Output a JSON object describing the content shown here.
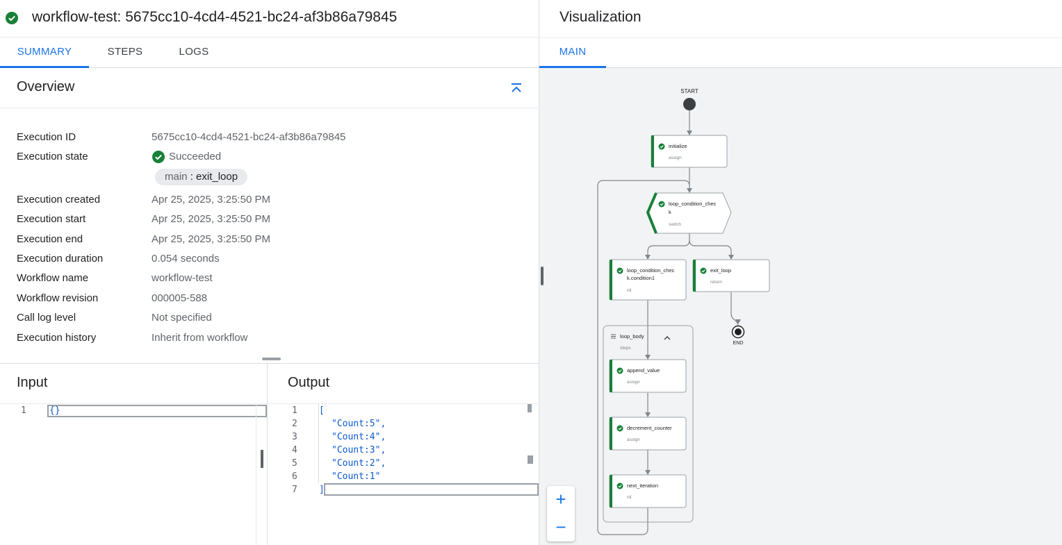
{
  "header": {
    "title": "workflow-test: 5675cc10-4cd4-4521-bc24-af3b86a79845"
  },
  "tabs": [
    {
      "label": "SUMMARY",
      "active": true
    },
    {
      "label": "STEPS",
      "active": false
    },
    {
      "label": "LOGS",
      "active": false
    }
  ],
  "overview": {
    "heading": "Overview",
    "rows": [
      {
        "key": "Execution ID",
        "value": "5675cc10-4cd4-4521-bc24-af3b86a79845"
      },
      {
        "key": "Execution state",
        "value": "Succeeded"
      },
      {
        "key": "Execution created",
        "value": "Apr 25, 2025, 3:25:50 PM"
      },
      {
        "key": "Execution start",
        "value": "Apr 25, 2025, 3:25:50 PM"
      },
      {
        "key": "Execution end",
        "value": "Apr 25, 2025, 3:25:50 PM"
      },
      {
        "key": "Execution duration",
        "value": "0.054 seconds"
      },
      {
        "key": "Workflow name",
        "value": "workflow-test"
      },
      {
        "key": "Workflow revision",
        "value": "000005-588"
      },
      {
        "key": "Call log level",
        "value": "Not specified"
      },
      {
        "key": "Execution history",
        "value": "Inherit from workflow"
      }
    ],
    "state_chip": {
      "prefix": "main",
      "step": ": exit_loop"
    }
  },
  "input": {
    "heading": "Input",
    "lines": [
      {
        "n": "1",
        "text": "{}"
      }
    ]
  },
  "output": {
    "heading": "Output",
    "lines": [
      {
        "n": "1",
        "text": "["
      },
      {
        "n": "2",
        "text": "\"Count:5\","
      },
      {
        "n": "3",
        "text": "\"Count:4\","
      },
      {
        "n": "4",
        "text": "\"Count:3\","
      },
      {
        "n": "5",
        "text": "\"Count:2\","
      },
      {
        "n": "6",
        "text": "\"Count:1\""
      },
      {
        "n": "7",
        "text": "]"
      }
    ]
  },
  "visualization": {
    "title": "Visualization",
    "tab": "MAIN",
    "start_label": "START",
    "end_label": "END",
    "nodes": {
      "initialize": {
        "name": "initialize",
        "type": "assign"
      },
      "check": {
        "name1": "loop_condition_chec",
        "name2": "k",
        "type": "switch"
      },
      "cond1": {
        "name1": "loop_condition_chec",
        "name2": "k.condition1",
        "type": "nil"
      },
      "exit": {
        "name": "exit_loop",
        "type": "return"
      },
      "loop_body": {
        "name": "loop_body",
        "type": "steps"
      },
      "append": {
        "name": "append_value",
        "type": "assign"
      },
      "decrement": {
        "name": "decrement_counter",
        "type": "assign"
      },
      "next": {
        "name": "next_iteration",
        "type": "nil"
      }
    },
    "zoom_in": "+",
    "zoom_out": "−"
  },
  "colors": {
    "accent": "#1a73e8",
    "success": "#188038"
  }
}
